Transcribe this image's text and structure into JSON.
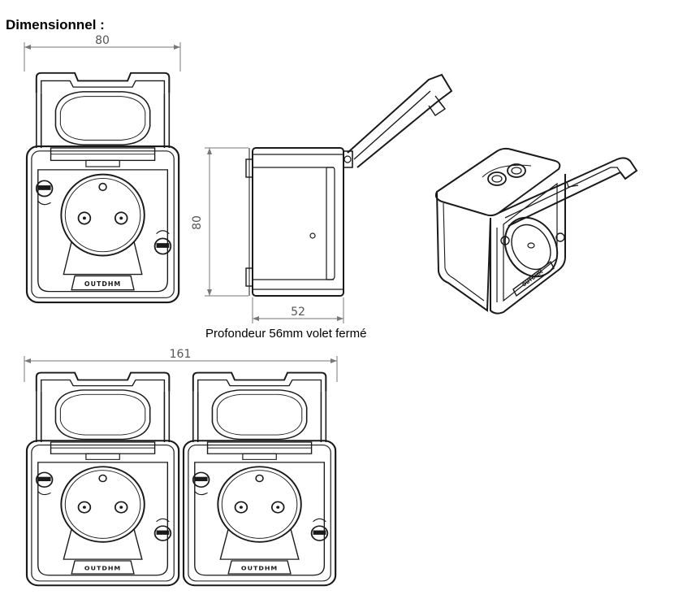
{
  "heading": "Dimensionnel :",
  "caption": "Profondeur 56mm volet fermé",
  "dimensions": {
    "single_width": "80",
    "side_height": "80",
    "side_depth": "52",
    "double_width": "161"
  },
  "brand_mark": "OUTDHM",
  "colors": {
    "line": "#1a1a1a",
    "dim_line": "#777777",
    "fill": "#ffffff"
  }
}
